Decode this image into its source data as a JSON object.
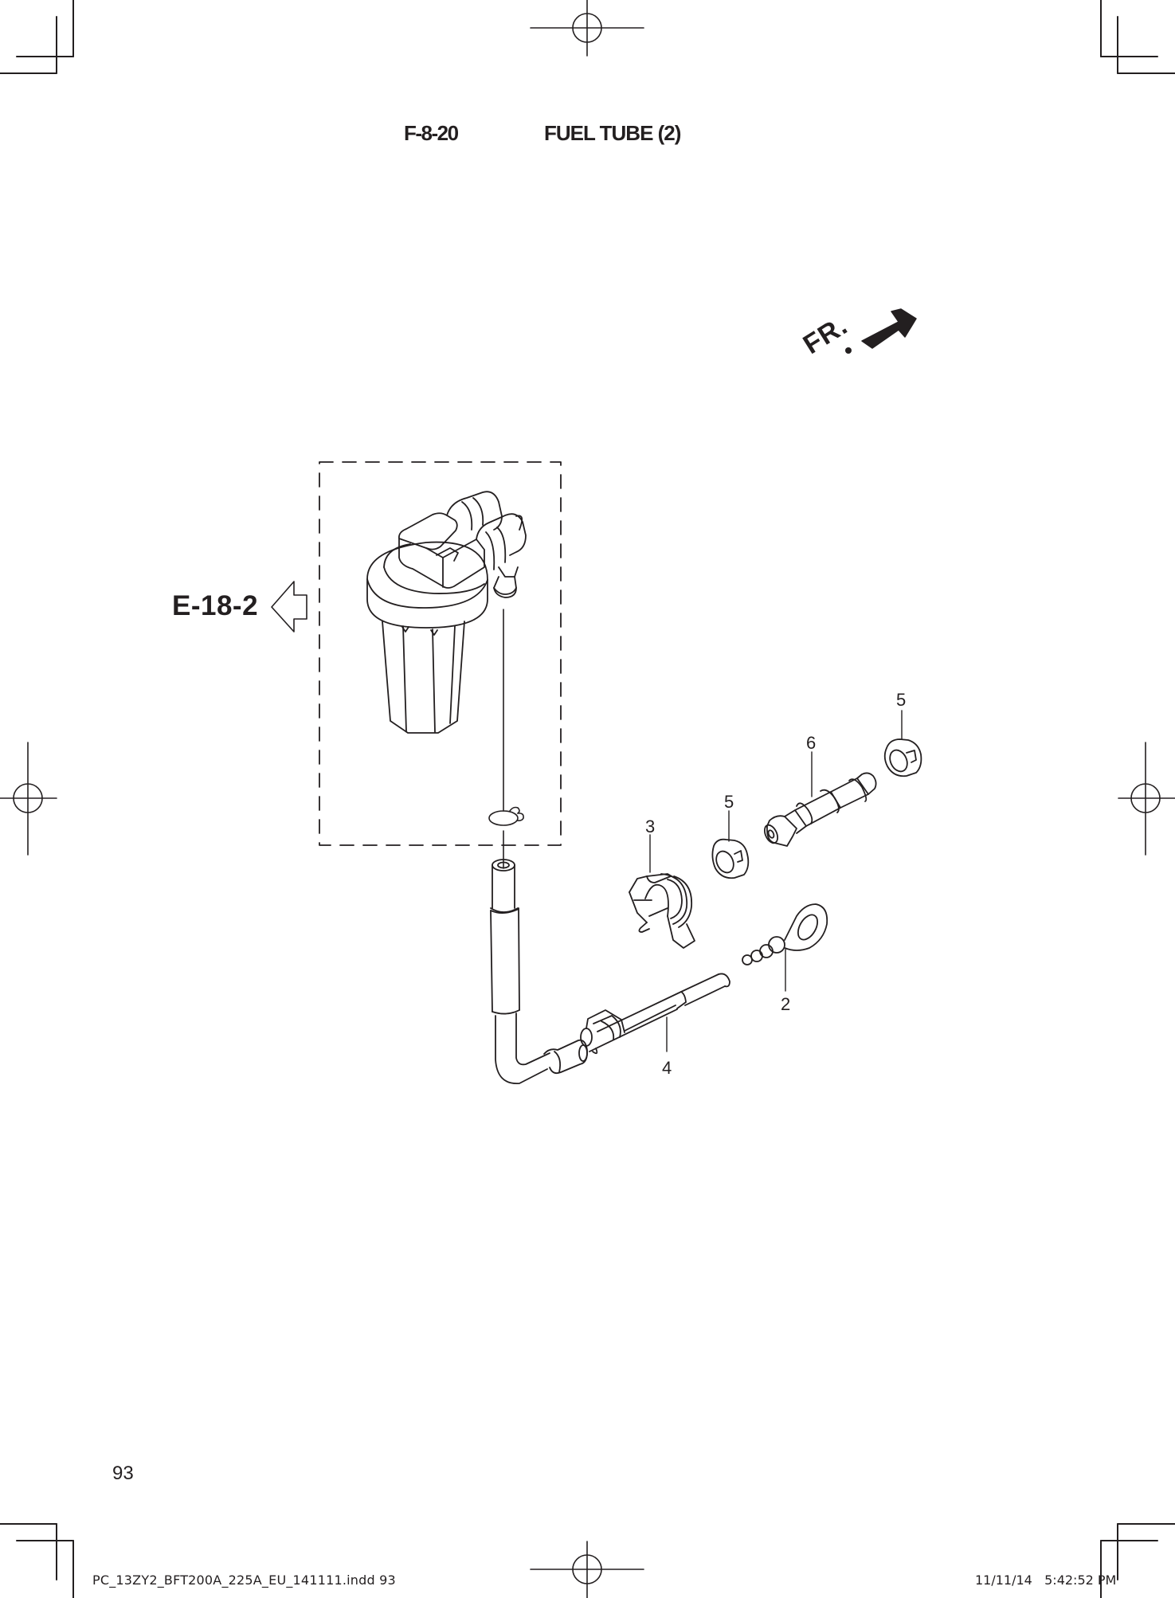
{
  "header": {
    "figure_code": "F-8-20",
    "figure_title": "FUEL TUBE (2)"
  },
  "orientation": {
    "label": "FR.",
    "icon": "front-direction-arrow-icon"
  },
  "cross_reference": {
    "label": "E-18-2",
    "icon": "hollow-left-arrow-icon"
  },
  "callouts": [
    {
      "number": "2",
      "part": "bolt-eye-joint"
    },
    {
      "number": "3",
      "part": "clamp"
    },
    {
      "number": "4",
      "part": "fuel-tube"
    },
    {
      "number": "5",
      "part": "washer"
    },
    {
      "number": "5",
      "part": "washer"
    },
    {
      "number": "6",
      "part": "joint-pipe"
    }
  ],
  "callout_labels": {
    "c2": "2",
    "c3": "3",
    "c4": "4",
    "c5a": "5",
    "c5b": "5",
    "c6": "6"
  },
  "page": {
    "number": "93"
  },
  "footer": {
    "file_slug": "PC_13ZY2_BFT200A_225A_EU_141111.indd  93",
    "timestamp": "11/11/14   5:42:52 PM"
  },
  "colors": {
    "ink": "#231f20",
    "paper": "#ffffff"
  }
}
